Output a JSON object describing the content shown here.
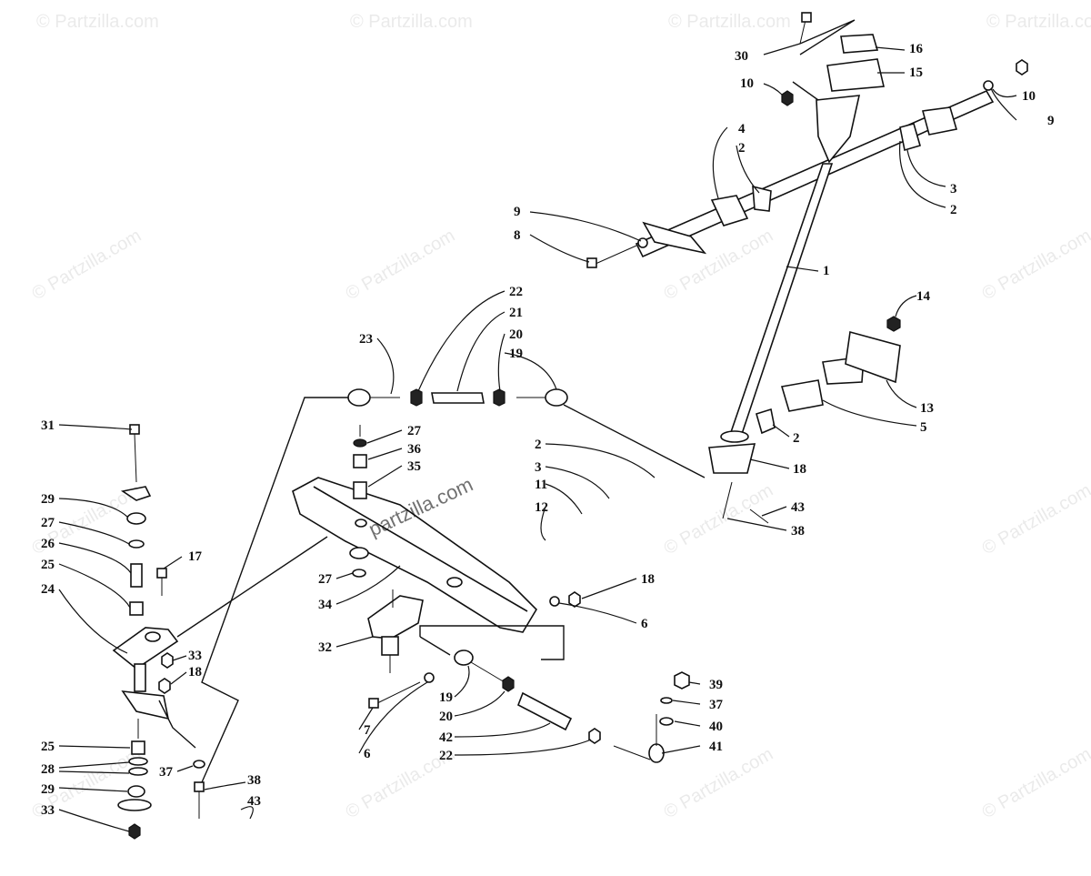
{
  "watermark": {
    "text": "© Partzilla.com",
    "overlay_text": "partzilla.com"
  },
  "callouts": [
    "1",
    "2",
    "3",
    "4",
    "5",
    "6",
    "7",
    "8",
    "9",
    "10",
    "11",
    "12",
    "13",
    "14",
    "15",
    "16",
    "17",
    "18",
    "19",
    "20",
    "21",
    "22",
    "23",
    "24",
    "25",
    "26",
    "27",
    "28",
    "29",
    "30",
    "31",
    "32",
    "33",
    "34",
    "35",
    "36",
    "37",
    "38",
    "39",
    "40",
    "41",
    "42",
    "43"
  ]
}
